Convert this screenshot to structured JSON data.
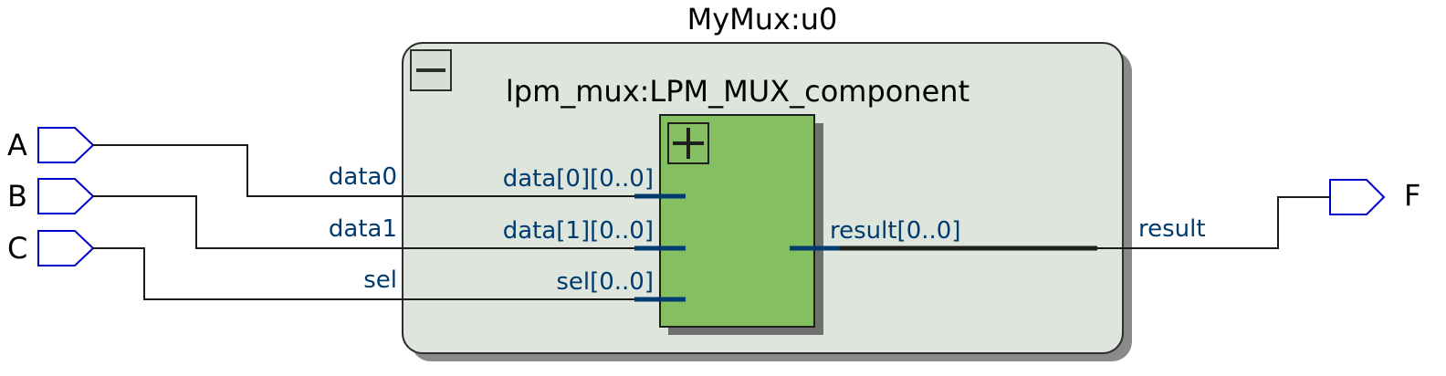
{
  "diagram": {
    "outer_block": {
      "title": "MyMux:u0",
      "collapse_glyph": "minus-icon"
    },
    "inner_block": {
      "title": "lpm_mux:LPM_MUX_component",
      "expand_glyph": "plus-icon"
    },
    "inputs": [
      {
        "pin": "A",
        "net": "data0",
        "port": "data[0][0..0]"
      },
      {
        "pin": "B",
        "net": "data1",
        "port": "data[1][0..0]"
      },
      {
        "pin": "C",
        "net": "sel",
        "port": "sel[0..0]"
      }
    ],
    "output": {
      "pin": "F",
      "net": "result",
      "port": "result[0..0]"
    },
    "colors": {
      "outer_fill": "#dde5dc",
      "inner_fill": "#84c061",
      "port_blue": "#0000cc",
      "bus_blue": "#003b6f",
      "shadow": "#7d7d7d"
    }
  }
}
